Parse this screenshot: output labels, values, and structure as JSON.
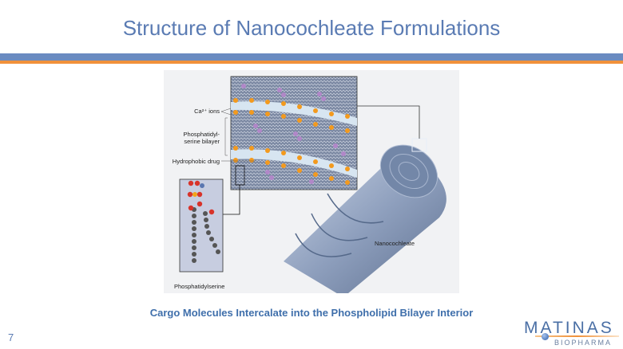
{
  "title": "Structure of Nanocochleate Formulations",
  "figure": {
    "labels": {
      "ca_ions": "Ca²⁺ ions",
      "ps_bilayer_line1": "Phosphatidyl-",
      "ps_bilayer_line2": "serine bilayer",
      "hydrophobic_drug": "Hydrophobic drug",
      "phosphatidylserine": "Phosphatidylserine",
      "nanocochleate": "Nanocochleate"
    }
  },
  "caption": "Cargo Molecules Intercalate into the Phospholipid Bilayer Interior",
  "page_number": "7",
  "logo": {
    "main": "MATINAS",
    "sub": "BIOPHARMA"
  },
  "colors": {
    "title": "#5a7bb3",
    "band_blue": "#6a8bc1",
    "band_orange": "#f0913a",
    "caption": "#3f6fab"
  }
}
